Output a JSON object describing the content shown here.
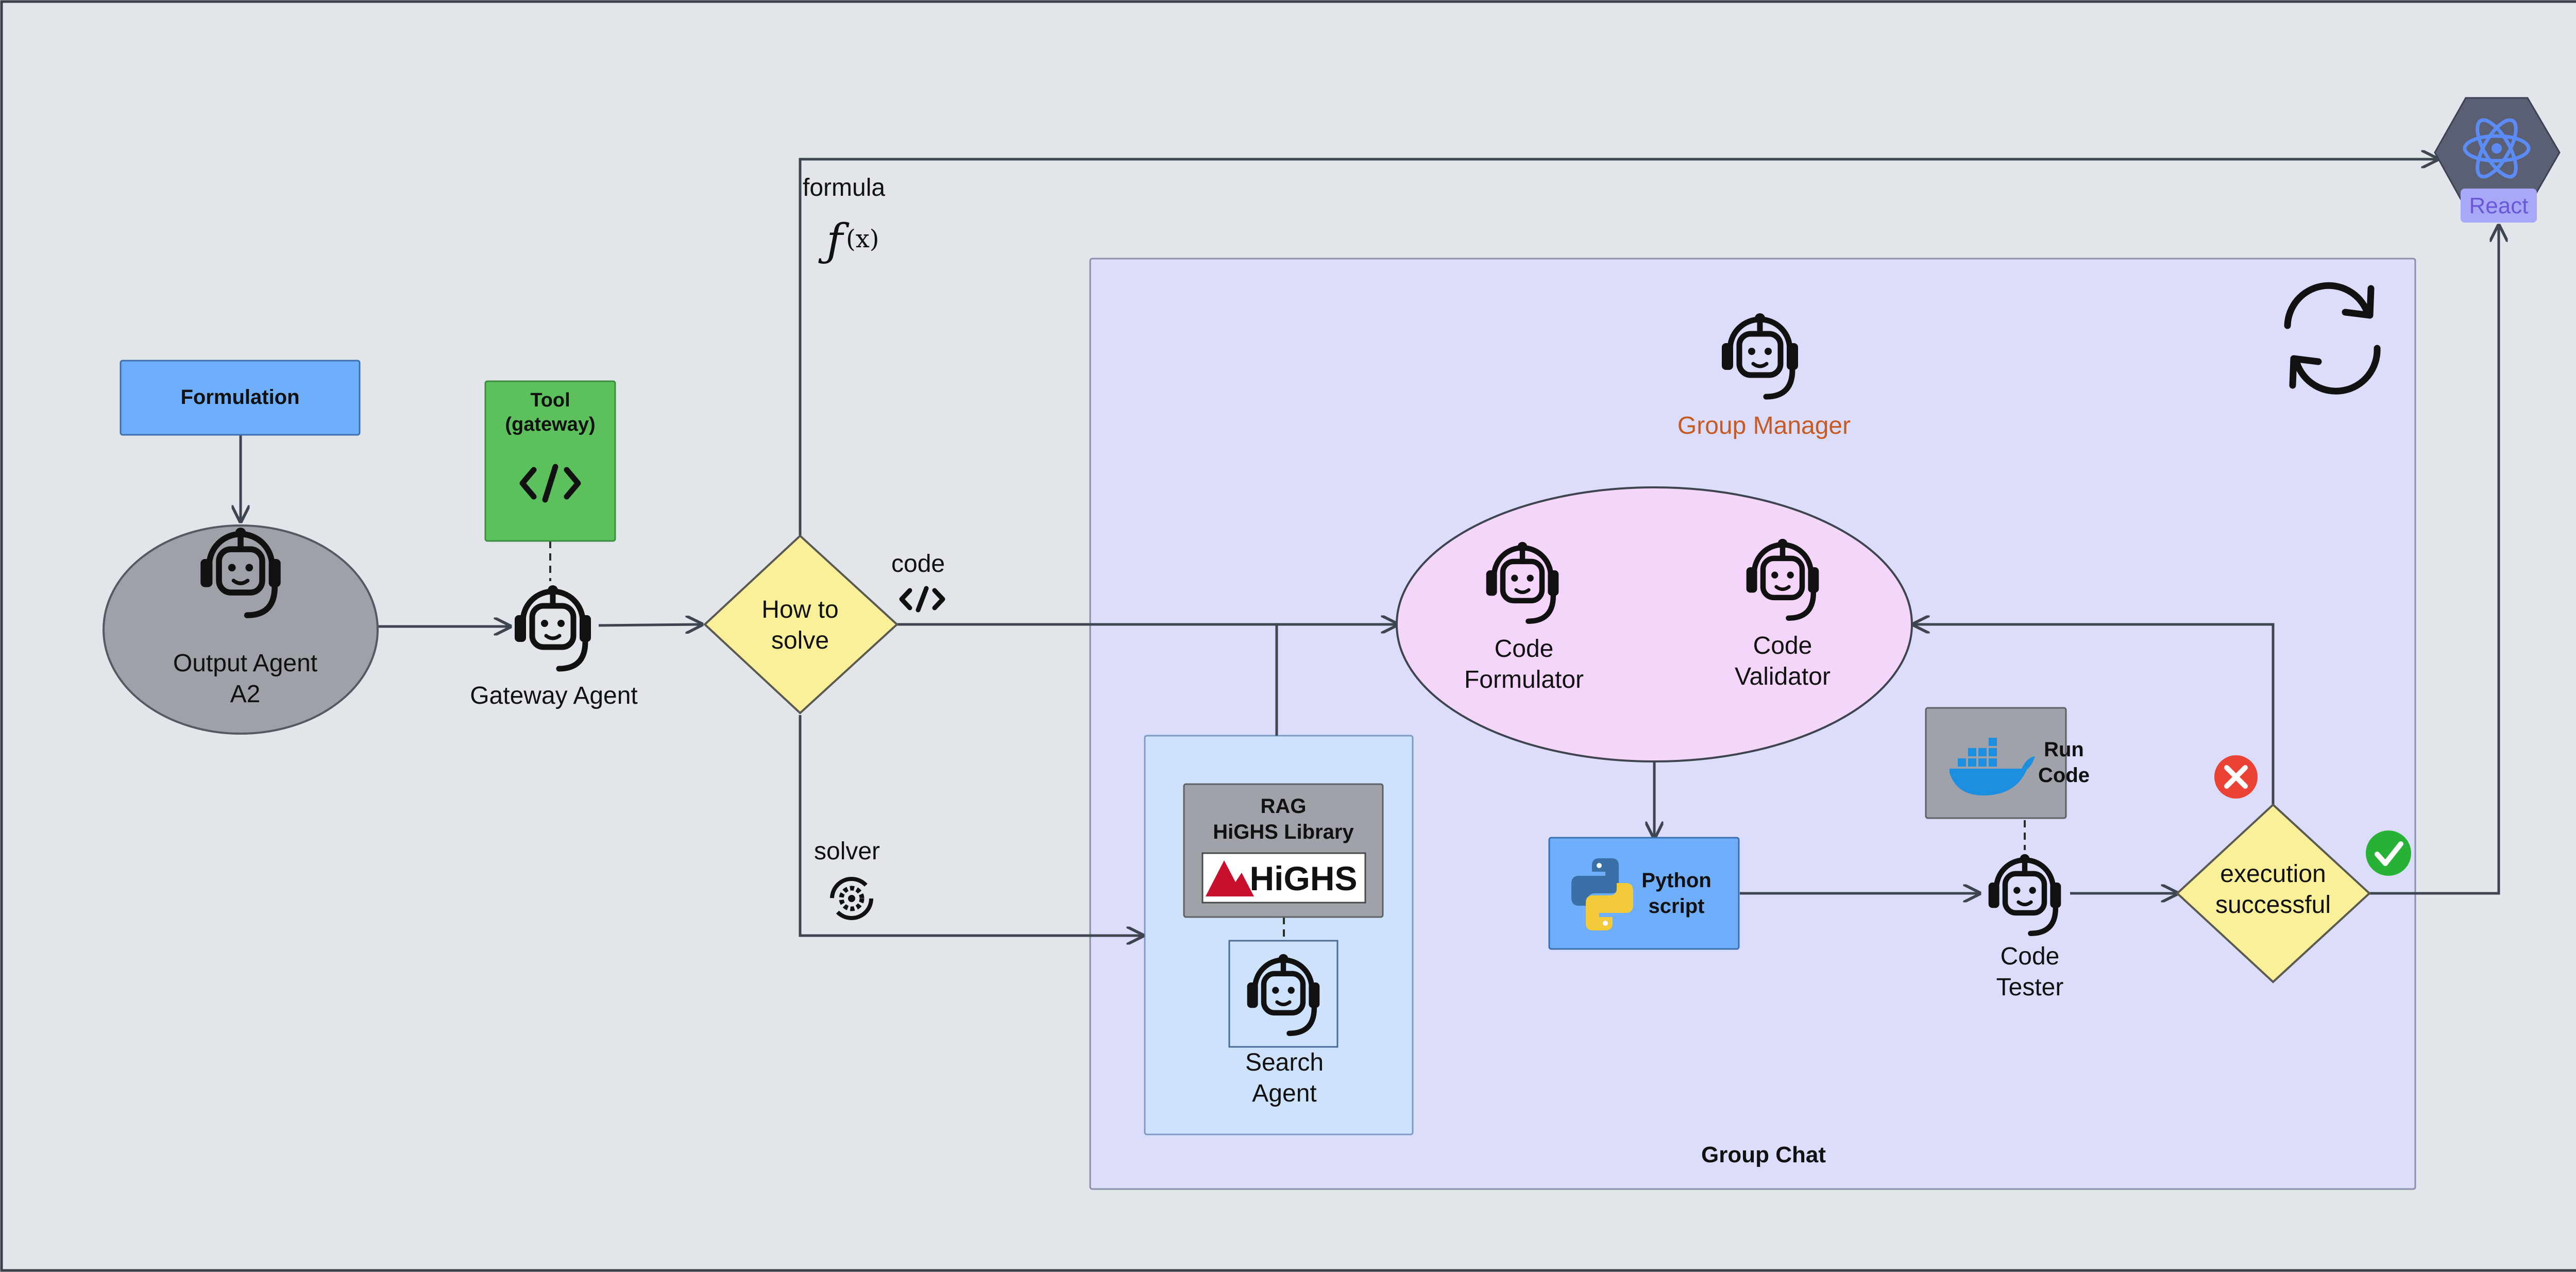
{
  "colors": {
    "canvas": "#e2e6ea",
    "group_chat_bg": "#dcdcfb",
    "search_panel_bg": "#cfe2fb",
    "blue_box": "#6eaefa",
    "green_box": "#5cc05c",
    "gray_node": "#9ea1a7",
    "diamond": "#fbf09a",
    "pink_ellipse": "#f4d6fb",
    "docker_box": "#9fa2a8",
    "group_manager_text": "#c75a22",
    "react_hex": "#5a5f74",
    "react_atom": "#5b8cf5",
    "react_label_bg": "#a9a7f7",
    "error_red": "#ea4335",
    "success_green": "#27b236"
  },
  "icons": {
    "agent": "robot-headset-icon",
    "tool": "code-brackets-icon",
    "formula": "function-fx-icon",
    "solver": "gear-cycle-icon",
    "refresh": "refresh-cycle-icon",
    "python": "python-logo-icon",
    "docker": "docker-whale-icon",
    "react": "react-atom-icon",
    "error": "red-x-icon",
    "success": "green-check-icon"
  },
  "nodes": {
    "formulation": "Formulation",
    "output_agent": [
      "Output Agent",
      "A2"
    ],
    "tool_gateway": [
      "Tool",
      "(gateway)"
    ],
    "gateway_agent": "Gateway Agent",
    "how_to_solve": [
      "How to",
      "solve"
    ],
    "search_agent": [
      "Search",
      "Agent"
    ],
    "rag_box": [
      "RAG",
      "HiGHS Library"
    ],
    "highs_logo": "HiGHS",
    "group_manager": "Group Manager",
    "code_formulator": [
      "Code",
      "Formulator"
    ],
    "code_validator": [
      "Code",
      "Validator"
    ],
    "python_script": [
      "Python",
      "script"
    ],
    "run_code": [
      "Run",
      "Code"
    ],
    "code_tester": [
      "Code",
      "Tester"
    ],
    "execution_successful": [
      "execution",
      "successful"
    ],
    "react_label": "React"
  },
  "edge_labels": {
    "formula": "formula",
    "code": "code",
    "solver": "solver"
  },
  "containers": {
    "group_chat": "Group Chat"
  }
}
